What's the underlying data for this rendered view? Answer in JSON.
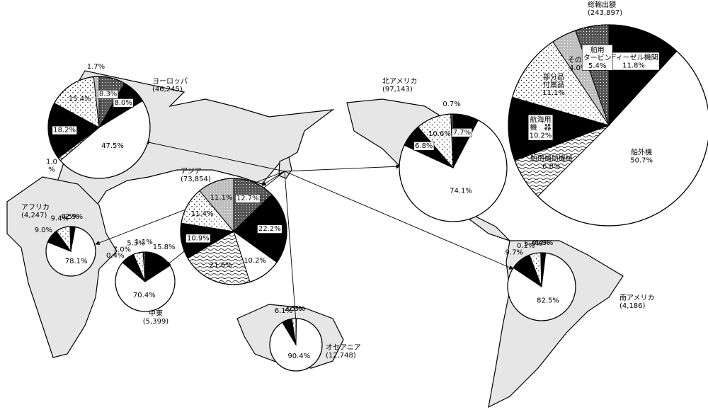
{
  "chart_data": {
    "type": "pie",
    "charts": [
      {
        "id": "total",
        "name": "総輸出額",
        "value": "(243,897)",
        "slices": [
          {
            "label": "ディーゼル機関",
            "value": 11.8,
            "text": "ディーゼル機関\n11.8%",
            "fill": "black"
          },
          {
            "label": "船外機",
            "value": 50.7,
            "text": "船外機\n50.7%",
            "fill": "white"
          },
          {
            "label": "舶用補助機械",
            "value": 6.8,
            "text": "舶用補助機械\n6.8%",
            "fill": "wave"
          },
          {
            "label": "航海用機器",
            "value": 10.2,
            "text": "航海用\n機　器\n10.2%",
            "fill": "black"
          },
          {
            "label": "部分品付属品",
            "value": 11.1,
            "text": "部分品\n付属品\n11.1%",
            "fill": "dots"
          },
          {
            "label": "その他",
            "value": 4.0,
            "text": "その他\n4.0%",
            "fill": "light"
          },
          {
            "label": "舶用タービン",
            "value": 5.4,
            "text": "舶用\nタービン\n5.4%",
            "fill": "dark"
          }
        ]
      },
      {
        "id": "europe",
        "name": "ヨーロッパ",
        "value": "(46,245)",
        "slices": [
          {
            "value": 8.3,
            "text": "8.3%",
            "fill": "dark"
          },
          {
            "value": 8.0,
            "text": "8.0%",
            "fill": "black"
          },
          {
            "value": 47.5,
            "text": "47.5%",
            "fill": "white"
          },
          {
            "value": 1.0,
            "text": "1.0\n%",
            "fill": "wave"
          },
          {
            "value": 18.2,
            "text": "18.2%",
            "fill": "black"
          },
          {
            "value": 15.4,
            "text": "15.4%",
            "fill": "dots"
          },
          {
            "value": 1.7,
            "text": "1.7%",
            "fill": "light"
          }
        ]
      },
      {
        "id": "asia",
        "name": "アジア",
        "value": "(73,854)",
        "slices": [
          {
            "value": 12.7,
            "text": "12.7%",
            "fill": "dark"
          },
          {
            "value": 22.2,
            "text": "22.2%",
            "fill": "black"
          },
          {
            "value": 10.2,
            "text": "10.2%",
            "fill": "white"
          },
          {
            "value": 21.6,
            "text": "21.6%",
            "fill": "wave"
          },
          {
            "value": 10.9,
            "text": "10.9%",
            "fill": "black"
          },
          {
            "value": 11.4,
            "text": "11.4%",
            "fill": "dots"
          },
          {
            "value": 11.1,
            "text": "11.1%",
            "fill": "light"
          }
        ]
      },
      {
        "id": "namerica",
        "name": "北アメリカ",
        "value": "(97,143)",
        "slices": [
          {
            "value": 7.7,
            "text": "7.7%",
            "fill": "black"
          },
          {
            "value": 74.1,
            "text": "74.1%",
            "fill": "white"
          },
          {
            "value": 6.8,
            "text": "6.8%",
            "fill": "black"
          },
          {
            "value": 10.6,
            "text": "10.6%",
            "fill": "dots"
          },
          {
            "value": 0.7,
            "text": "0.7%",
            "fill": "dark"
          }
        ]
      },
      {
        "id": "africa",
        "name": "アフリカ",
        "value": "(4,247)",
        "slices": [
          {
            "value": 2.9,
            "text": "2.9%",
            "fill": "black"
          },
          {
            "value": 78.1,
            "text": "78.1%",
            "fill": "white"
          },
          {
            "value": 9.0,
            "text": "9.0%",
            "fill": "black"
          },
          {
            "value": 9.4,
            "text": "9.4%",
            "fill": "dots"
          },
          {
            "value": 0.5,
            "text": "0.5%",
            "fill": "dark"
          }
        ]
      },
      {
        "id": "mideast",
        "name": "中東",
        "value": "(5,399)",
        "slices": [
          {
            "value": 15.8,
            "text": "15.8%",
            "fill": "black"
          },
          {
            "value": 70.4,
            "text": "70.4%",
            "fill": "white"
          },
          {
            "value": 0.4,
            "text": "0.4%",
            "fill": "wave"
          },
          {
            "value": 7.0,
            "text": "7.0%",
            "fill": "black"
          },
          {
            "value": 5.3,
            "text": "5.3%",
            "fill": "dots"
          },
          {
            "value": 1.1,
            "text": "1.1%",
            "fill": "dark"
          }
        ]
      },
      {
        "id": "oceania",
        "name": "オセアニア",
        "value": "(12,748)",
        "slices": [
          {
            "value": 0.3,
            "text": "0.3%",
            "fill": "dark"
          },
          {
            "value": 90.4,
            "text": "90.4%",
            "fill": "white"
          },
          {
            "value": 6.1,
            "text": "6.1%",
            "fill": "black"
          },
          {
            "value": 2.5,
            "text": "2.5%",
            "fill": "dots"
          }
        ]
      },
      {
        "id": "samerica",
        "name": "南アメリカ",
        "value": "(4,186)",
        "slices": [
          {
            "value": 1.9,
            "text": "1.9%",
            "fill": "black"
          },
          {
            "value": 82.5,
            "text": "82.5%",
            "fill": "white"
          },
          {
            "value": 9.7,
            "text": "9.7%",
            "fill": "black"
          },
          {
            "value": 0.1,
            "text": "0.1%",
            "fill": "wave"
          },
          {
            "value": 5.4,
            "text": "5.4%",
            "fill": "dots"
          },
          {
            "value": 0.4,
            "text": "0.4%",
            "fill": "dark"
          }
        ]
      }
    ]
  }
}
